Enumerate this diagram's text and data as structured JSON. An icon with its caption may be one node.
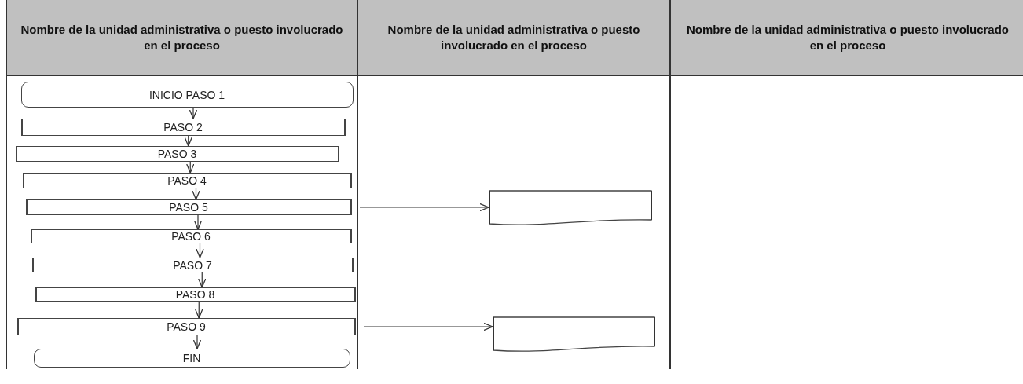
{
  "diagram": {
    "nodes": [
      {
        "text": [
          "Nombre de la unidad administrativa o puesto involucrado en el proceso"
        ]
      },
      {
        "text": [
          "Nombre de la unidad administrativa o puesto involucrado en el proceso"
        ]
      },
      {
        "text": [
          "Nombre de la unidad administrativa o puesto involucrado en el proceso"
        ]
      },
      {
        "text": [
          "INICIO PASO 1"
        ],
        "in": 0
      },
      {
        "text": [
          "PASO 2"
        ],
        "in": 0
      },
      {
        "text": [
          "PASO 3"
        ],
        "in": 0
      },
      {
        "text": [
          "PASO 4"
        ],
        "in": 0
      },
      {
        "text": [
          "PASO 5"
        ],
        "in": 0
      },
      {
        "text": [
          "PASO 6"
        ],
        "in": 0
      },
      {
        "text": [
          "PASO 7"
        ],
        "in": 0
      },
      {
        "text": [
          "PASO 8"
        ],
        "in": 0
      },
      {
        "text": [
          "PASO 9"
        ],
        "in": 0
      },
      {
        "text": [
          "FIN"
        ],
        "in": 0
      },
      {
        "text": [],
        "shape": "document",
        "in": 1
      },
      {
        "text": [],
        "shape": "document",
        "in": 1
      }
    ],
    "edges": [
      {
        "from": 3,
        "to": 4,
        "arrow": "to"
      },
      {
        "from": 4,
        "to": 5,
        "arrow": "to"
      },
      {
        "from": 5,
        "to": 6,
        "arrow": "to"
      },
      {
        "from": 6,
        "to": 7,
        "arrow": "to"
      },
      {
        "from": 7,
        "to": 8,
        "arrow": "to"
      },
      {
        "from": 8,
        "to": 9,
        "arrow": "to"
      },
      {
        "from": 9,
        "to": 10,
        "arrow": "to"
      },
      {
        "from": 10,
        "to": 11,
        "arrow": "to"
      },
      {
        "from": 11,
        "to": 12,
        "arrow": "to"
      },
      {
        "from": 7,
        "to": 13,
        "arrow": "to"
      },
      {
        "from": 11,
        "to": 14,
        "arrow": "to"
      }
    ]
  }
}
